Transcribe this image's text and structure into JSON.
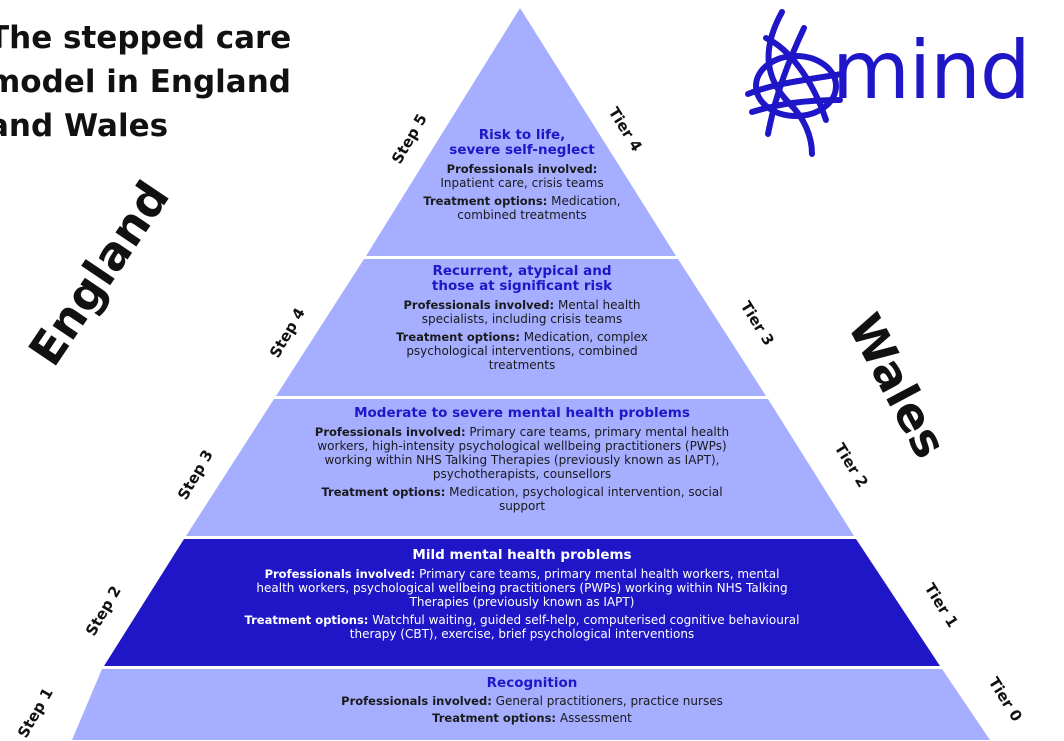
{
  "title": "The stepped care\nmodel in England\nand Wales",
  "logo": {
    "text": "mind",
    "color": "#1f16c7"
  },
  "regions": {
    "left": "England",
    "right": "Wales"
  },
  "colors": {
    "light_fill": "#a5aeff",
    "dark_fill": "#1f16c7",
    "heading_color": "#1f16c7"
  },
  "levels": [
    {
      "step": "Step 5",
      "tier": "Tier 4",
      "dark": false,
      "heading": "Risk to life,\nsevere self-neglect",
      "professionals_label": "Professionals involved:",
      "professionals": "Inpatient care, crisis teams",
      "treatment_label": "Treatment options:",
      "treatment": "Medication, combined treatments"
    },
    {
      "step": "Step 4",
      "tier": "Tier 3",
      "dark": false,
      "heading": "Recurrent, atypical and\nthose at significant risk",
      "professionals_label": "Professionals involved:",
      "professionals": "Mental health specialists, including crisis teams",
      "treatment_label": "Treatment options:",
      "treatment": "Medication, complex psychological interventions, combined treatments"
    },
    {
      "step": "Step 3",
      "tier": "Tier 2",
      "dark": false,
      "heading": "Moderate to severe mental health problems",
      "professionals_label": "Professionals involved:",
      "professionals": "Primary care teams, primary mental health workers, high-intensity psychological wellbeing practitioners (PWPs) working within NHS Talking Therapies (previously known as IAPT), psychotherapists, counsellors",
      "treatment_label": "Treatment options:",
      "treatment": "Medication, psychological intervention, social support"
    },
    {
      "step": "Step 2",
      "tier": "Tier 1",
      "dark": true,
      "heading": "Mild mental health problems",
      "professionals_label": "Professionals involved:",
      "professionals": "Primary care teams, primary mental health workers, mental health workers, psychological wellbeing practitioners (PWPs) working within NHS Talking Therapies (previously known as IAPT)",
      "treatment_label": "Treatment options:",
      "treatment": "Watchful waiting, guided self-help, computerised cognitive behavioural therapy (CBT), exercise, brief psychological interventions"
    },
    {
      "step": "Step 1",
      "tier": "Tier 0",
      "dark": false,
      "heading": "Recognition",
      "professionals_label": "Professionals involved:",
      "professionals": "General practitioners, practice nurses",
      "treatment_label": "Treatment options:",
      "treatment": "Assessment"
    }
  ]
}
